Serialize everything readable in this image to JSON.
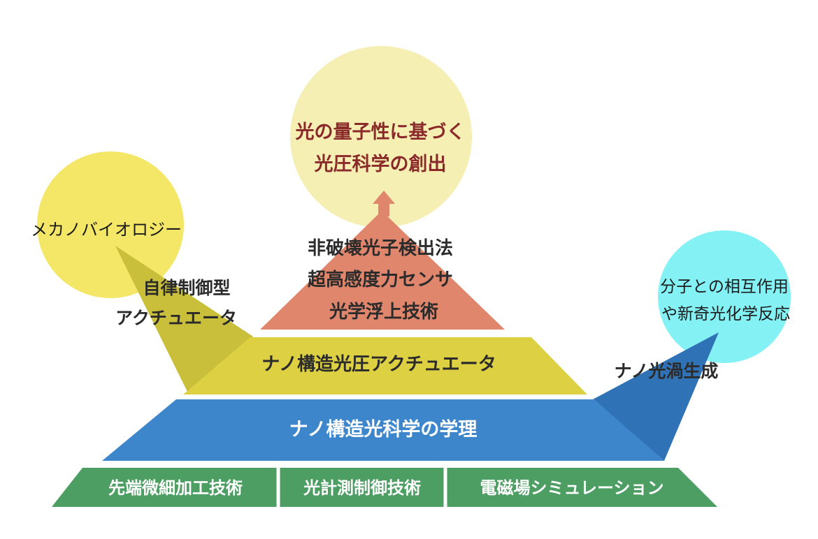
{
  "goal": {
    "line1": "光の量子性に基づく",
    "line2": "光圧科学の創出",
    "color": "#8a2a2a"
  },
  "apex": {
    "line1": "非破壊光子検出法",
    "line2": "超高感度力センサ",
    "line3": "光学浮上技術"
  },
  "mechano": {
    "label": "メカノバイオロジー"
  },
  "autonomous": {
    "line1": "自律制御型",
    "line2": "アクチュエータ"
  },
  "molecule": {
    "line1": "分子との相互作用",
    "line2": "や新奇光化学反応"
  },
  "vortex": {
    "label": "ナノ光渦生成"
  },
  "tier_actuator": {
    "label": "ナノ構造光圧アクチュエータ"
  },
  "tier_science": {
    "label": "ナノ構造光科学の学理"
  },
  "foundation": {
    "items": [
      "先端微細加工技術",
      "光計測制御技術",
      "電磁場シミュレーション"
    ]
  },
  "colors": {
    "goal_circle": "#f5efb4",
    "apex_triangle": "#e0866c",
    "yellow_circle": "#f4e767",
    "olive_connector": "#c9bf3a",
    "actuator_tier": "#ddd042",
    "science_tier": "#3d86cc",
    "cyan_circle": "#84f2f4",
    "blue_connector": "#2f72b5",
    "foundation": "#4d9e63"
  }
}
